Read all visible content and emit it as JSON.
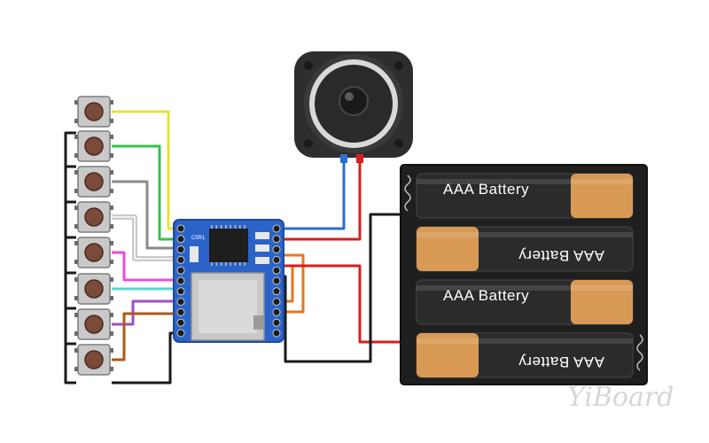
{
  "diagram": {
    "components": {
      "buttons": {
        "count": 8
      },
      "module": {
        "label": "C5R1"
      },
      "speaker": {},
      "battery_holder": {
        "cells": [
          {
            "label": "AAA Battery",
            "orientation": "normal"
          },
          {
            "label": "AAA Battery",
            "orientation": "flipped"
          },
          {
            "label": "AAA Battery",
            "orientation": "normal"
          },
          {
            "label": "AAA Battery",
            "orientation": "flipped"
          }
        ]
      }
    },
    "wire_colors": {
      "button1": "#e8e23a",
      "button2": "#34c24a",
      "button3": "#8a8a8a",
      "button4": "#f2f2f2",
      "button5": "#e84fd8",
      "button6": "#58d6d0",
      "button7": "#9b4fc4",
      "button8": "#a85a1a",
      "ground": "#1a1a1a",
      "speaker_plus": "#d81e1e",
      "speaker_minus": "#2a6fd0",
      "power": "#d81e1e",
      "module_loop": "#e8741c"
    },
    "colors": {
      "module_board": "#2b63c9",
      "speaker_body": "#2e2e2e",
      "battery_body": "#2b2b2b",
      "battery_cap": "#d99a55"
    }
  },
  "watermark": {
    "text": "YiBoard"
  }
}
